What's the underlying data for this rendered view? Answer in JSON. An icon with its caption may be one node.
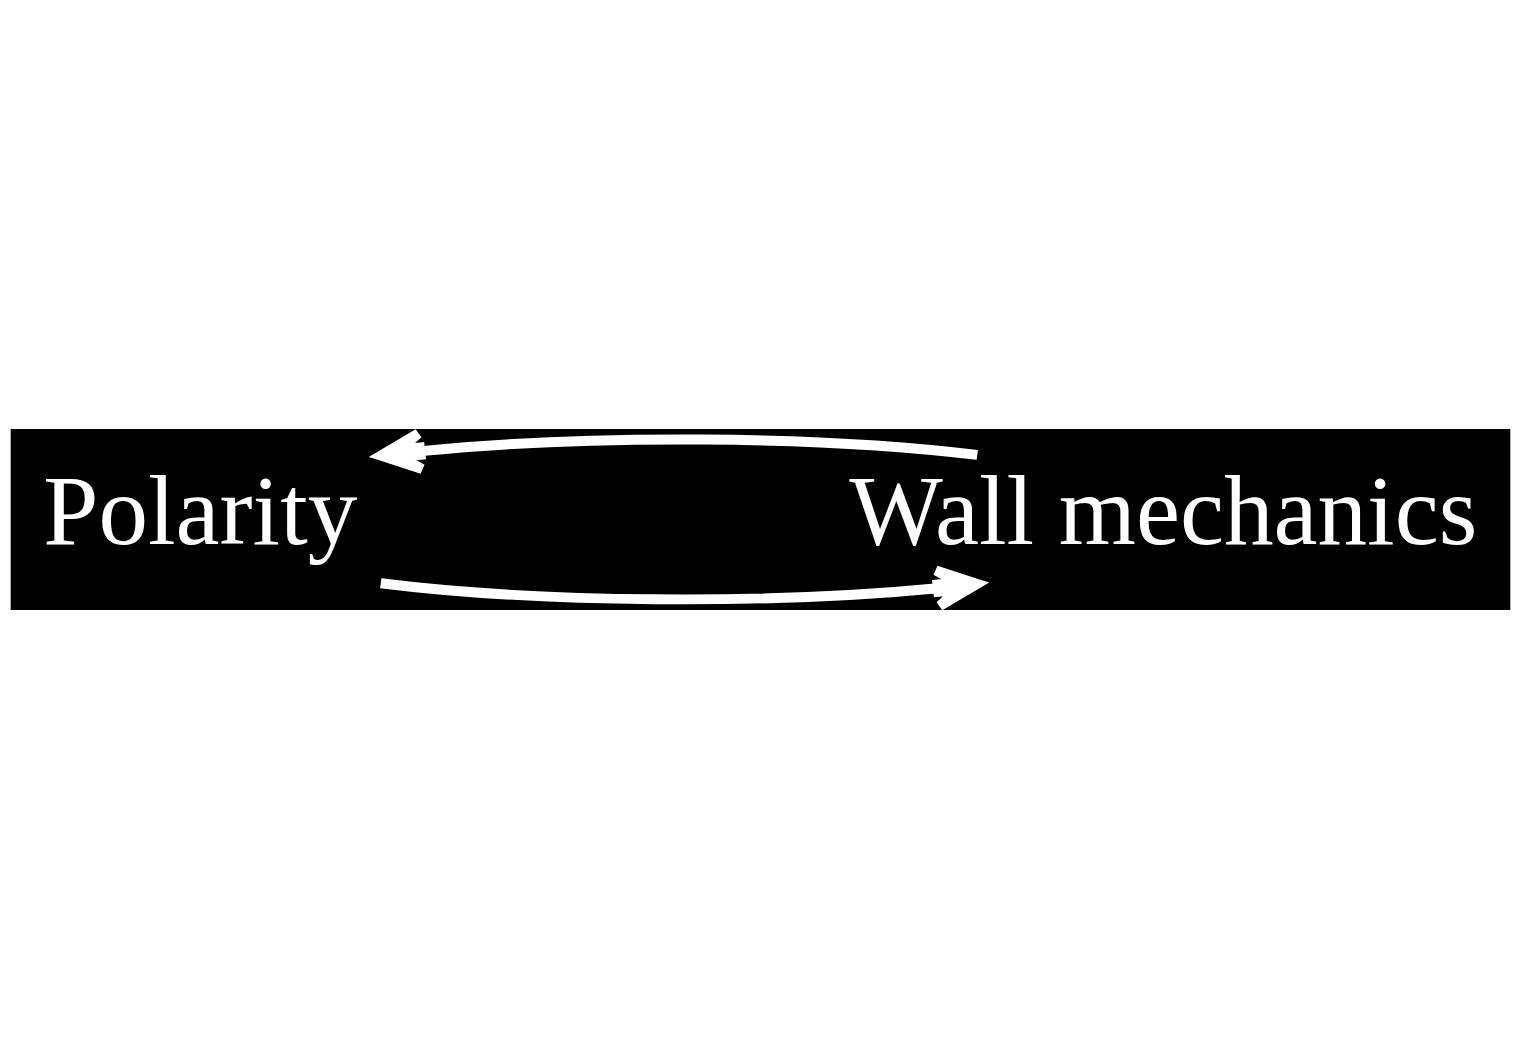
{
  "diagram": {
    "nodes": [
      {
        "text": [
          "Polarity"
        ]
      },
      {
        "text": [
          "Wall mechanics"
        ]
      }
    ],
    "edges": [
      {
        "from": 1,
        "to": 0,
        "arrow": "to"
      },
      {
        "from": 0,
        "to": 1,
        "arrow": "to"
      }
    ]
  }
}
